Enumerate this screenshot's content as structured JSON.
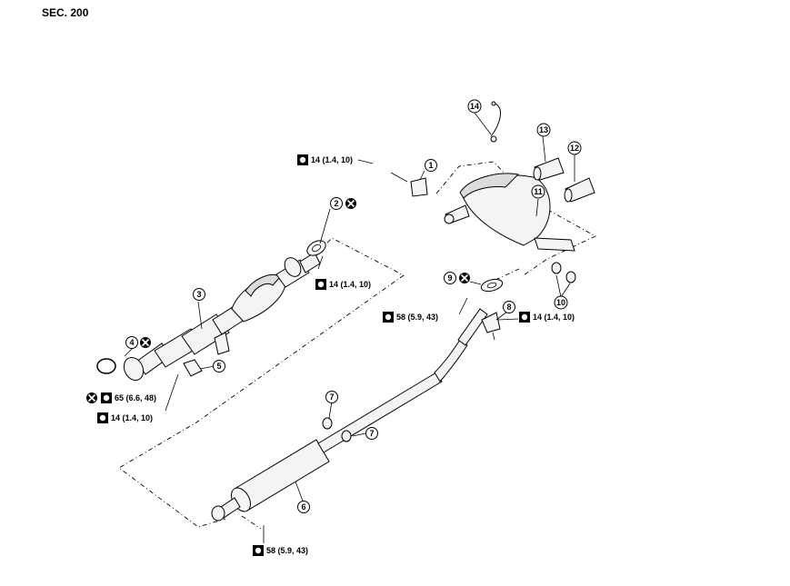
{
  "section_label": "SEC. 200",
  "callouts": [
    {
      "id": "c1",
      "label": "1",
      "no_reuse": false
    },
    {
      "id": "c2",
      "label": "2",
      "no_reuse": true
    },
    {
      "id": "c3",
      "label": "3",
      "no_reuse": false
    },
    {
      "id": "c4",
      "label": "4",
      "no_reuse": true
    },
    {
      "id": "c5",
      "label": "5",
      "no_reuse": false
    },
    {
      "id": "c6",
      "label": "6",
      "no_reuse": false
    },
    {
      "id": "c7a",
      "label": "7",
      "no_reuse": false
    },
    {
      "id": "c7b",
      "label": "7",
      "no_reuse": false
    },
    {
      "id": "c8",
      "label": "8",
      "no_reuse": false
    },
    {
      "id": "c9",
      "label": "9",
      "no_reuse": true
    },
    {
      "id": "c10",
      "label": "10",
      "no_reuse": false
    },
    {
      "id": "c11",
      "label": "11",
      "no_reuse": false
    },
    {
      "id": "c12",
      "label": "12",
      "no_reuse": false
    },
    {
      "id": "c13",
      "label": "13",
      "no_reuse": false
    },
    {
      "id": "c14",
      "label": "14",
      "no_reuse": false
    }
  ],
  "torques": [
    {
      "id": "t1",
      "text": "14 (1.4, 10)",
      "no_reuse": false
    },
    {
      "id": "t2",
      "text": "14 (1.4, 10)",
      "no_reuse": false
    },
    {
      "id": "t3",
      "text": "58 (5.9, 43)",
      "no_reuse": false
    },
    {
      "id": "t4",
      "text": "14 (1.4, 10)",
      "no_reuse": false
    },
    {
      "id": "t5",
      "text": "65 (6.6, 48)",
      "no_reuse": true
    },
    {
      "id": "t6",
      "text": "14 (1.4, 10)",
      "no_reuse": false
    },
    {
      "id": "t7",
      "text": "58 (5.9, 43)",
      "no_reuse": false
    }
  ],
  "icons": {
    "torque": "torque-wrench-icon",
    "no_reuse": "do-not-reuse-icon"
  }
}
